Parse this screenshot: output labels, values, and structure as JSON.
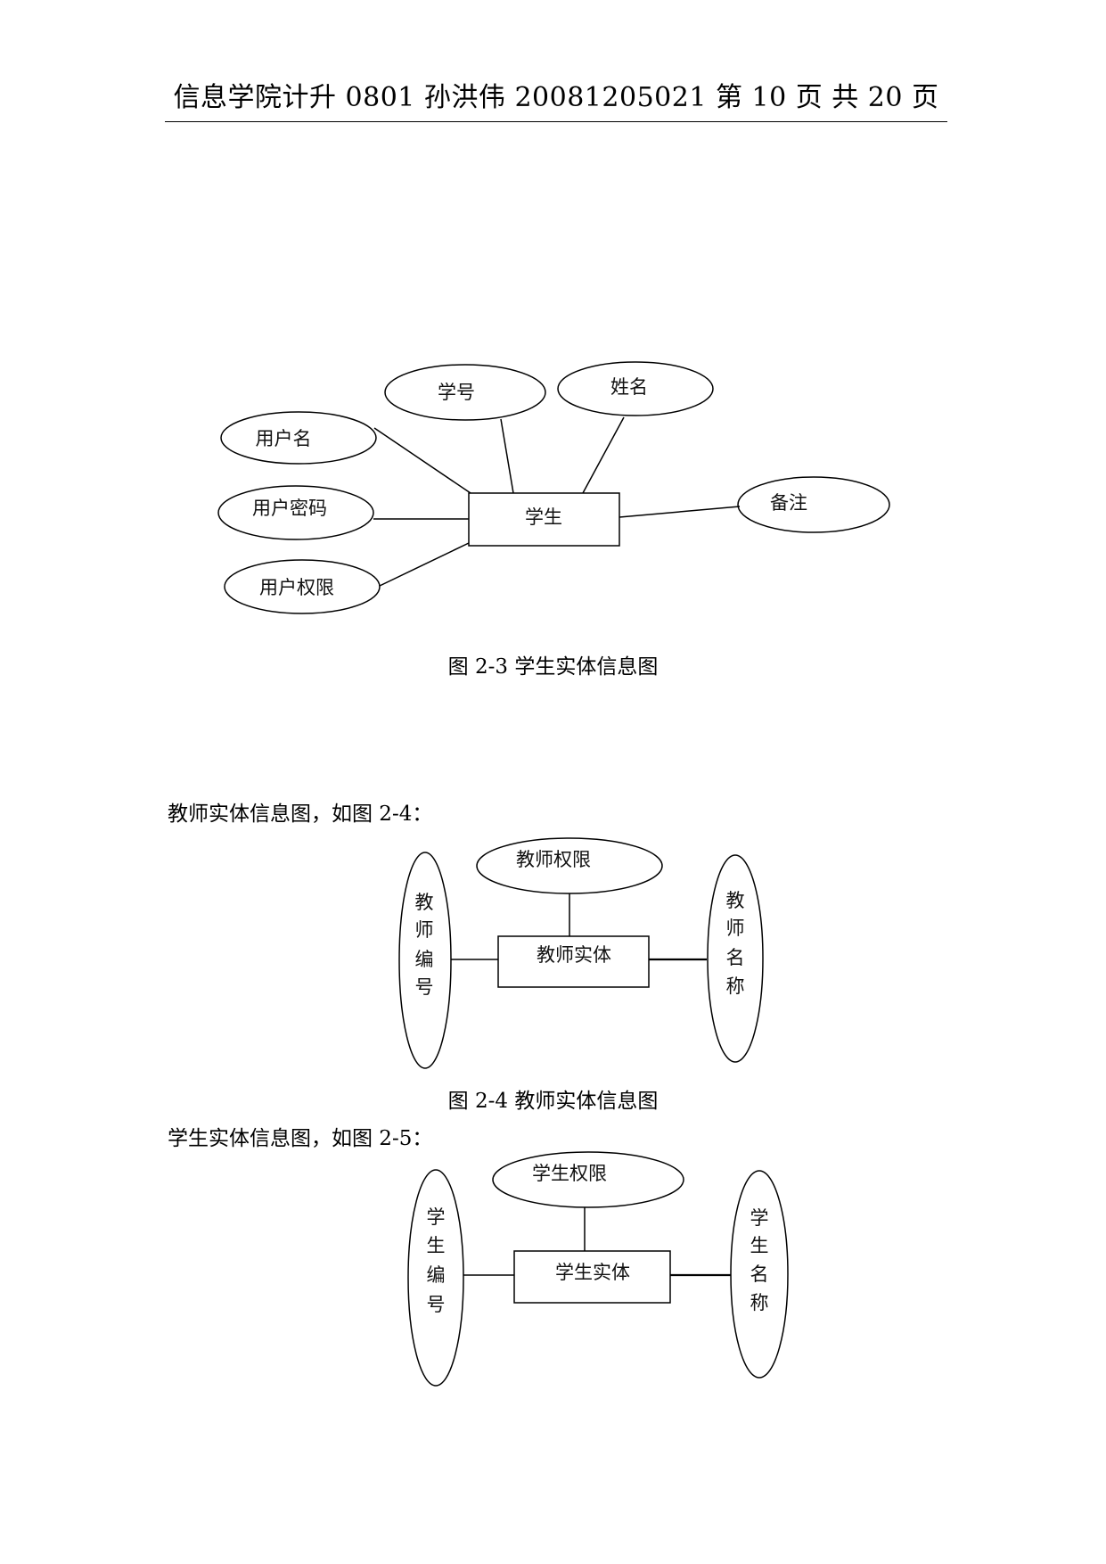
{
  "header": {
    "text": "信息学院计升 0801  孙洪伟  20081205021  第 10 页  共 20 页"
  },
  "figure_2_3": {
    "entity": "学生",
    "attributes": [
      "学号",
      "姓名",
      "用户名",
      "用户密码",
      "用户权限",
      "备注"
    ],
    "caption": "图 2-3  学生实体信息图"
  },
  "para_2_4": "教师实体信息图，如图 2-4：",
  "figure_2_4": {
    "entity": "教师实体",
    "top_attribute": "教师权限",
    "left_attribute_chars": [
      "教",
      "师",
      "编",
      "号"
    ],
    "right_attribute_chars": [
      "教",
      "师",
      "名",
      "称"
    ],
    "caption": "图 2-4  教师实体信息图"
  },
  "para_2_5": "学生实体信息图，如图 2-5：",
  "figure_2_5": {
    "entity": "学生实体",
    "top_attribute": "学生权限",
    "left_attribute_chars": [
      "学",
      "生",
      "编",
      "号"
    ],
    "right_attribute_chars": [
      "学",
      "生",
      "名",
      "称"
    ]
  }
}
